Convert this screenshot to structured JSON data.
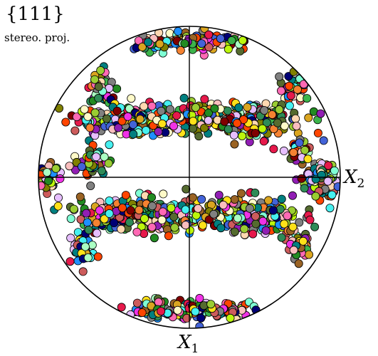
{
  "chart_data": {
    "type": "scatter",
    "projection": "stereographic",
    "title": "{111}",
    "subtitle": "stereo. proj.",
    "axis_labels": {
      "horizontal": "X",
      "horizontal_sub": "2",
      "vertical": "X",
      "vertical_sub": "1"
    },
    "x_range": [
      -1,
      1
    ],
    "y_range": [
      -1,
      1
    ],
    "grid": false,
    "legend": "none",
    "point_colors": [
      "#e6194b",
      "#3cb44b",
      "#ffe119",
      "#4363d8",
      "#f58231",
      "#911eb4",
      "#46f0f0",
      "#f032e6",
      "#bcf60c",
      "#fabebe",
      "#008080",
      "#e6beff",
      "#9a6324",
      "#fffac8",
      "#800000",
      "#aaffc3",
      "#808000",
      "#ffd8b1",
      "#000075",
      "#808080",
      "#2e8b57",
      "#ff69b4",
      "#7fffd4",
      "#daa520",
      "#556b2f",
      "#cd5c5c",
      "#1e90ff",
      "#228b22",
      "#ff4500",
      "#9acd32"
    ],
    "clusters": [
      {
        "cx": 0.0,
        "cy": 0.9,
        "rx": 0.45,
        "ry": 0.06,
        "n": 170
      },
      {
        "cx": -0.57,
        "cy": 0.6,
        "rx": 0.07,
        "ry": 0.1,
        "n": 45
      },
      {
        "cx": 0.7,
        "cy": 0.6,
        "rx": 0.07,
        "ry": 0.09,
        "n": 40
      },
      {
        "cx": -0.35,
        "cy": 0.38,
        "rx": 0.35,
        "ry": 0.1,
        "n": 230
      },
      {
        "cx": 0.35,
        "cy": 0.38,
        "rx": 0.35,
        "ry": 0.1,
        "n": 230
      },
      {
        "cx": -0.65,
        "cy": 0.1,
        "rx": 0.08,
        "ry": 0.09,
        "n": 55
      },
      {
        "cx": 0.72,
        "cy": 0.15,
        "rx": 0.07,
        "ry": 0.08,
        "n": 40
      },
      {
        "cx": -0.93,
        "cy": 0.0,
        "rx": 0.06,
        "ry": 0.08,
        "n": 60
      },
      {
        "cx": 0.88,
        "cy": 0.0,
        "rx": 0.1,
        "ry": 0.1,
        "n": 120
      },
      {
        "cx": -0.35,
        "cy": -0.25,
        "rx": 0.35,
        "ry": 0.1,
        "n": 250
      },
      {
        "cx": 0.35,
        "cy": -0.25,
        "rx": 0.35,
        "ry": 0.1,
        "n": 250
      },
      {
        "cx": -0.7,
        "cy": -0.47,
        "rx": 0.07,
        "ry": 0.09,
        "n": 55
      },
      {
        "cx": 0.72,
        "cy": -0.45,
        "rx": 0.07,
        "ry": 0.08,
        "n": 45
      },
      {
        "cx": 0.0,
        "cy": -0.88,
        "rx": 0.45,
        "ry": 0.06,
        "n": 190
      }
    ]
  }
}
